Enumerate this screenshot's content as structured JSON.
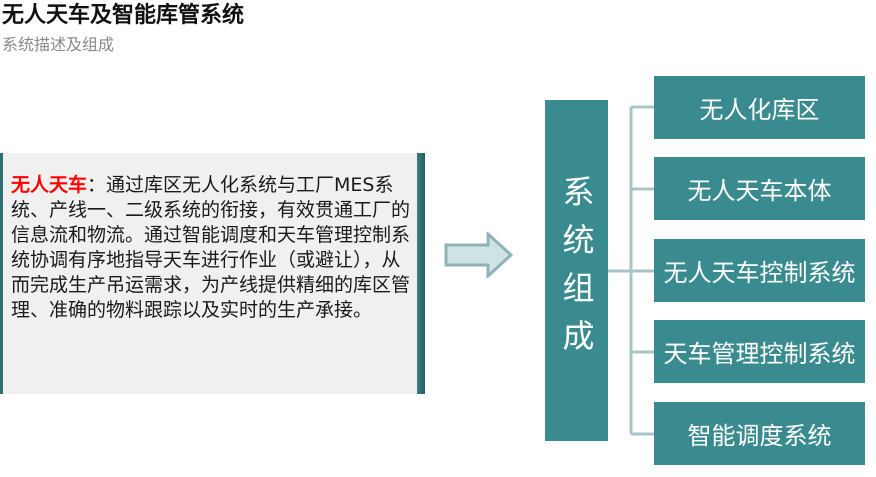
{
  "header": {
    "title": "无人天车及智能库管系统",
    "subtitle": "系统描述及组成"
  },
  "description": {
    "term": "无人天车",
    "separator": "：",
    "text": "通过库区无人化系统与工厂MES系统、产线一、二级系统的衔接，有效贯通工厂的信息流和物流。通过智能调度和天车管理控制系统协调有序地指导天车进行作业（或避让），从而完成生产吊运需求，为产线提供精细的库区管理、准确的物料跟踪以及实时的生产承接。"
  },
  "system": {
    "label": "系统组成",
    "components": [
      "无人化库区",
      "无人天车本体",
      "无人天车控制系统",
      "天车管理控制系统",
      "智能调度系统"
    ]
  },
  "colors": {
    "teal": "#3a8b8f",
    "dark_teal": "#2f6f73",
    "connector": "#a9c4c6",
    "highlight_red": "#ff0000",
    "box_bg": "#f0f0f0"
  }
}
